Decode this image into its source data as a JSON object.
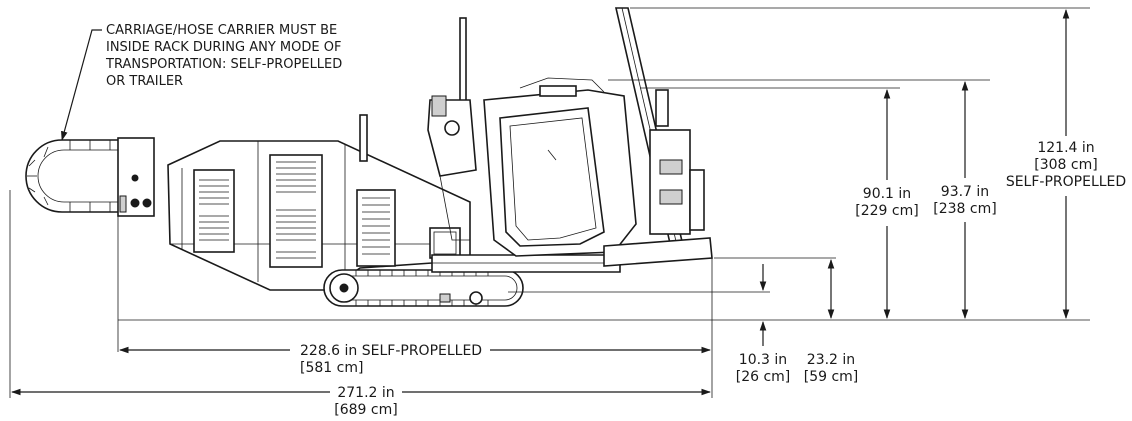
{
  "note": {
    "lines": [
      "CARRIAGE/HOSE CARRIER MUST BE",
      "INSIDE RACK DURING ANY MODE OF",
      "TRANSPORTATION: SELF-PROPELLED",
      "OR TRAILER"
    ]
  },
  "dimensions": {
    "height_total": {
      "value": "121.4 in",
      "metric": "[308 cm]",
      "note": "SELF-PROPELLED"
    },
    "height_cab": {
      "value": "93.7 in",
      "metric": "[238 cm]"
    },
    "height_platform": {
      "value": "90.1 in",
      "metric": "[229 cm]"
    },
    "clearance_low": {
      "value": "10.3 in",
      "metric": "[26 cm]"
    },
    "clearance_deck": {
      "value": "23.2 in",
      "metric": "[59 cm]"
    },
    "length_track": {
      "value": "228.6 in  SELF-PROPELLED",
      "metric": "[581 cm]"
    },
    "length_total": {
      "value": "271.2 in",
      "metric": "[689 cm]"
    }
  }
}
